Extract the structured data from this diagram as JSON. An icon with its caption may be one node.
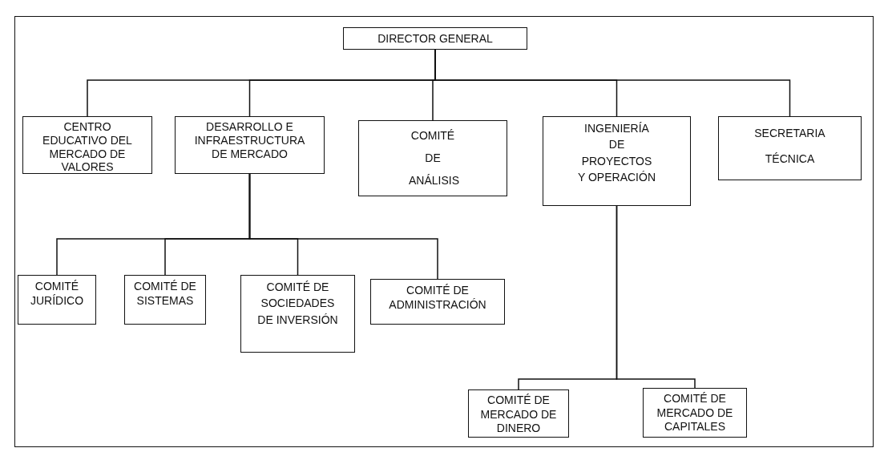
{
  "diagram": {
    "nodes": [
      {
        "text": [
          "DIRECTOR GENERAL"
        ]
      },
      {
        "text": [
          "CENTRO EDUCATIVO DEL MERCADO DE VALORES"
        ]
      },
      {
        "text": [
          "DESARROLLO E INFRAESTRUCTURA DE MERCADO"
        ]
      },
      {
        "text": [
          "COMITÉ DE ANÁLISIS"
        ]
      },
      {
        "text": [
          "INGENIERÍA DE PROYECTOS Y OPERACIÓN"
        ]
      },
      {
        "text": [
          "SECRETARIA TÉCNICA"
        ]
      },
      {
        "text": [
          "COMITÉ JURÍDICO"
        ]
      },
      {
        "text": [
          "COMITÉ DE SISTEMAS"
        ]
      },
      {
        "text": [
          "COMITÉ DE SOCIEDADES DE INVERSIÓN"
        ]
      },
      {
        "text": [
          "COMITÉ DE ADMINISTRACIÓN"
        ]
      },
      {
        "text": [
          "COMITÉ DE MERCADO DE DINERO"
        ]
      },
      {
        "text": [
          "COMITÉ DE MERCADO DE CAPITALES"
        ]
      }
    ],
    "edges": [
      {
        "from": 0,
        "to": 1,
        "arrow": "none"
      },
      {
        "from": 0,
        "to": 2,
        "arrow": "none"
      },
      {
        "from": 0,
        "to": 3,
        "arrow": "none"
      },
      {
        "from": 0,
        "to": 4,
        "arrow": "none"
      },
      {
        "from": 0,
        "to": 5,
        "arrow": "none"
      },
      {
        "from": 2,
        "to": 6,
        "arrow": "none"
      },
      {
        "from": 2,
        "to": 7,
        "arrow": "none"
      },
      {
        "from": 2,
        "to": 8,
        "arrow": "none"
      },
      {
        "from": 2,
        "to": 9,
        "arrow": "none"
      },
      {
        "from": 4,
        "to": 10,
        "arrow": "none"
      },
      {
        "from": 4,
        "to": 11,
        "arrow": "none"
      }
    ]
  }
}
